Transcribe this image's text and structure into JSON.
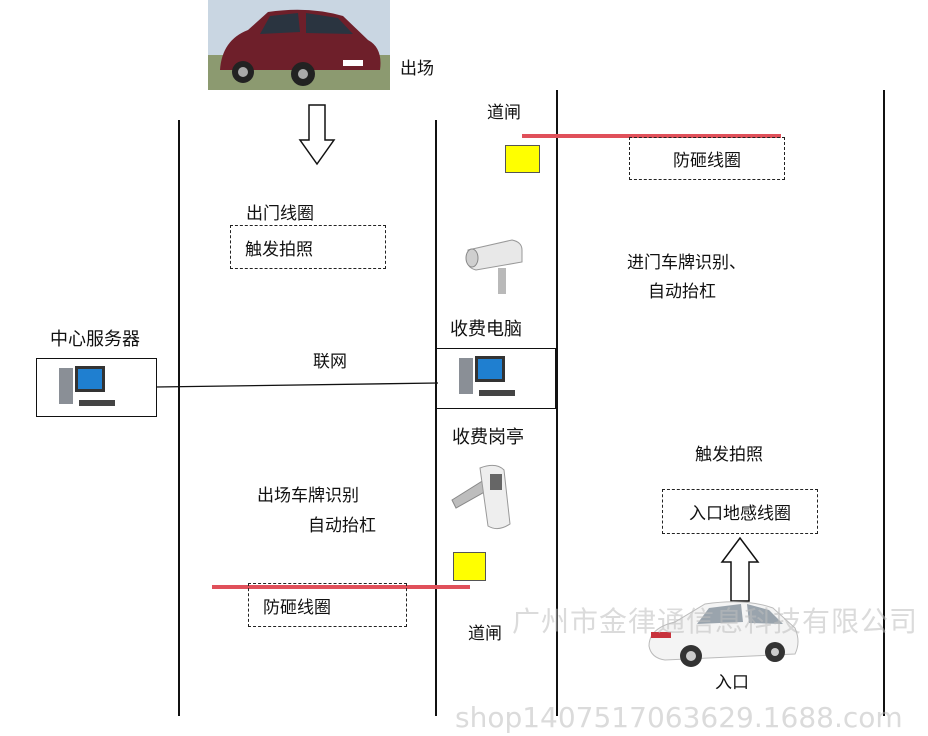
{
  "labels": {
    "exit": "出场",
    "gate_top": "道闸",
    "anti_smash_top": "防砸线圈",
    "exit_loop": "出门线圈",
    "trigger_photo_exit": "触发拍照",
    "entry_plate_1": "进门车牌识别、",
    "entry_plate_2": "自动抬杠",
    "central_server": "中心服务器",
    "network": "联网",
    "toll_pc": "收费电脑",
    "toll_booth": "收费岗亭",
    "trigger_photo_entry": "触发拍照",
    "entry_loop": "入口地感线圈",
    "exit_plate_1": "出场车牌识别",
    "exit_plate_2": "自动抬杠",
    "anti_smash_bottom": "防砸线圈",
    "gate_bottom": "道闸",
    "entrance": "入口"
  },
  "watermark": {
    "company": "广州市金律通信息科技有限公司",
    "shop": "shop1407517063629.1688.com"
  },
  "colors": {
    "barrier": "#e0505a",
    "gate_box": "#ffff00"
  }
}
